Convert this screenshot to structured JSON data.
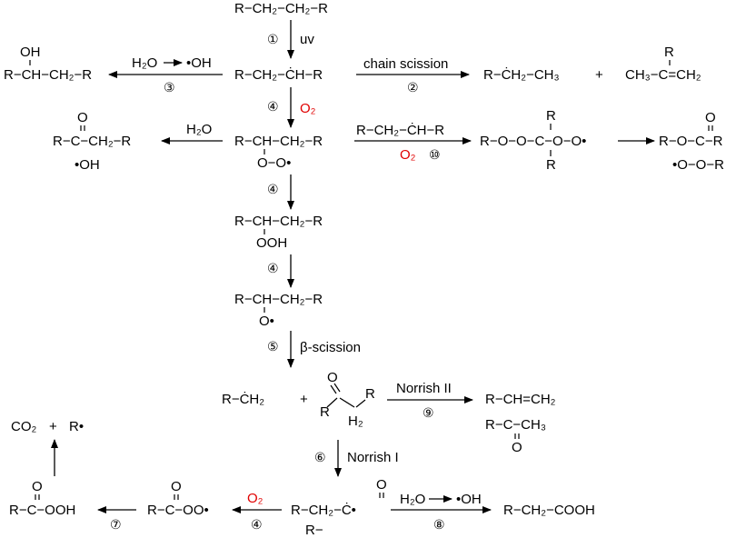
{
  "structures": {
    "polymer": "R−CH₂−CH₂−R",
    "alkyl_radical": "R−CH₂−ĊH−R",
    "alcohol_top": "R−CH−CH₂−R",
    "alcohol_oh": "OH",
    "chain_radical": "R−ĊH₂−CH₃",
    "plus": "+",
    "alkene": "CH₃−C=CH₂",
    "alkene_r": "R",
    "peroxy_radical": "R−CH−CH₂−R",
    "peroxy_oo": "O−O•",
    "ketone_main": "R−C−CH₂−R",
    "ketone_o": "O",
    "ketone_oh": "•OH",
    "radical_attack": "R−CH₂−ĊH−R",
    "dialkyl_peroxide": "R−O−O−C−O−O•",
    "dialkyl_r_top": "R",
    "dialkyl_r_bottom": "R",
    "ester_main": "R−O−C−R",
    "ester_o": "O",
    "ester_oor": "•O−O−R",
    "hydroperoxide": "R−CH−CH₂−R",
    "hydroperoxide_ooh": "OOH",
    "alkoxy": "R−CH−CH₂−R",
    "alkoxy_o": "O•",
    "methyl_radical": "R−ĊH₂",
    "ketone2_r_left": "R",
    "ketone2_r_right": "R",
    "ketone2_o": "O",
    "ketone2_h2": "H₂",
    "norrish2_alkene": "R−CH=CH₂",
    "norrish2_ketone": "R−C−CH₃",
    "norrish2_o": "O",
    "co2": "CO₂",
    "r_radical": "R•",
    "peracid": "R−C−OOH",
    "peracid_o": "O",
    "acylperoxy": "R−C−OO•",
    "acylperoxy_o": "O",
    "acyl_radical": "R−CH₂−Ċ•",
    "acyl_o": "O",
    "acyl_r": "R−",
    "acid": "R−CH₂−COOH"
  },
  "labels": {
    "uv": "uv",
    "chain_scission": "chain scission",
    "h2o": "H₂O",
    "oh_radical": "•OH",
    "o2": "O₂",
    "beta_scission": "β-scission",
    "norrish_ii": "Norrish II",
    "norrish_i": "Norrish I"
  },
  "step_numbers": {
    "s1": "①",
    "s2": "②",
    "s3": "③",
    "s4": "④",
    "s5": "⑤",
    "s6": "⑥",
    "s7": "⑦",
    "s8": "⑧",
    "s9": "⑨",
    "s10": "⑩"
  },
  "colors": {
    "oxygen_highlight": "#e00000",
    "arrow": "#000000"
  }
}
